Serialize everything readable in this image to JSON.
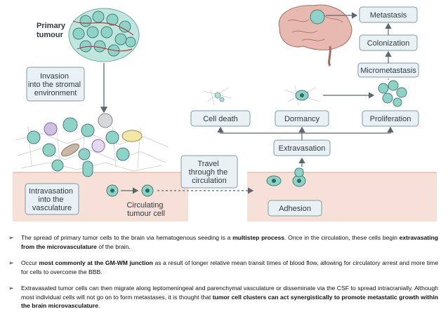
{
  "diagram": {
    "primary_tumour": [
      "Primary",
      "tumour"
    ],
    "invasion": [
      "Invasion",
      "into the stromal",
      "environment"
    ],
    "intravasation": [
      "Intravasation",
      "into the",
      "vasculature"
    ],
    "circulating": [
      "Circulating",
      "tumour cell"
    ],
    "travel": [
      "Travel",
      "through the",
      "circulation"
    ],
    "adhesion": "Adhesion",
    "extravasation": "Extravasation",
    "cell_death": "Cell death",
    "dormancy": "Dormancy",
    "proliferation": "Proliferation",
    "micrometastasis": "Micrometastasis",
    "colonization": "Colonization",
    "metastasis": "Metastasis"
  },
  "colors": {
    "box_fill": "#e9f1f4",
    "box_stroke": "#7f9aa7",
    "vessel": "#f6e0d8",
    "tumour_cell": "#8fd3c8",
    "arrow": "#5b6770"
  },
  "bullets": [
    {
      "parts": [
        {
          "text": "The spread of primary tumor cells to the brain via hematogenous seeding is a ",
          "bold": false
        },
        {
          "text": "multistep process",
          "bold": true
        },
        {
          "text": ". Once in the circulation, these cells begin ",
          "bold": false
        },
        {
          "text": "extravasating from the microvasculature",
          "bold": true
        },
        {
          "text": " of the brain.",
          "bold": false
        }
      ]
    },
    {
      "parts": [
        {
          "text": "Occur ",
          "bold": false
        },
        {
          "text": "most commonly at the GM-WM junction",
          "bold": true
        },
        {
          "text": " as a result of longer relative mean transit times of blood flow, allowing for circulatory arrest and more time for cells to overcome the BBB.",
          "bold": false
        }
      ]
    },
    {
      "parts": [
        {
          "text": "Extravasated tumor cells can then migrate along leptomeningeal and parenchymal vasculature or disseminate via the CSF to spread intracranially. Although most individual cells will not go on to form metastases, it is thought that ",
          "bold": false
        },
        {
          "text": "tumor cell clusters can act synergistically to promote metastatic growth within the brain microvasculature",
          "bold": true
        },
        {
          "text": ".",
          "bold": false
        }
      ]
    }
  ]
}
